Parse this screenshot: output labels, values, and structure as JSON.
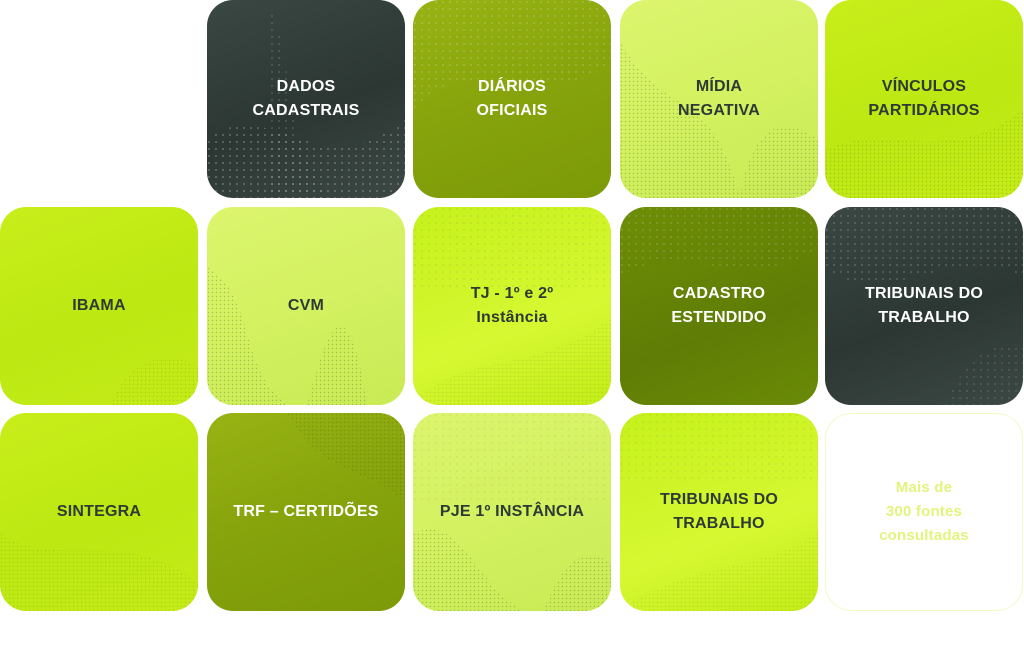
{
  "tiles": [
    {
      "id": "dados-cadastrais",
      "label": "DADOS\nCADASTRAIS"
    },
    {
      "id": "diarios-oficiais",
      "label": "DIÁRIOS\nOFICIAIS"
    },
    {
      "id": "midia-negativa",
      "label": "MÍDIA\nNEGATIVA"
    },
    {
      "id": "vinculos-partidarios",
      "label": "VÍNCULOS\nPARTIDÁRIOS"
    },
    {
      "id": "ibama",
      "label": "IBAMA"
    },
    {
      "id": "cvm",
      "label": "CVM"
    },
    {
      "id": "tj",
      "label": "TJ - 1º e 2º\nInstância"
    },
    {
      "id": "cadastro-estendido",
      "label": "CADASTRO\nESTENDIDO"
    },
    {
      "id": "tribunais-do-trabalho-1",
      "label": "TRIBUNAIS DO\nTRABALHO"
    },
    {
      "id": "sintegra",
      "label": "SINTEGRA"
    },
    {
      "id": "trf-certidoes",
      "label": "TRF – CERTIDÕES"
    },
    {
      "id": "pje",
      "label": "PJE 1º INSTÂNCIA"
    },
    {
      "id": "tribunais-do-trabalho-2",
      "label": "TRIBUNAIS DO\nTRABALHO"
    },
    {
      "id": "mais-fontes",
      "label": "Mais de\n300 fontes\nconsultadas"
    }
  ],
  "colors": {
    "dark": "#2c3733",
    "olive": "#86a30c",
    "pale": "#d3f160",
    "lime": "#bde812",
    "accent_text": "#e0f57c"
  }
}
